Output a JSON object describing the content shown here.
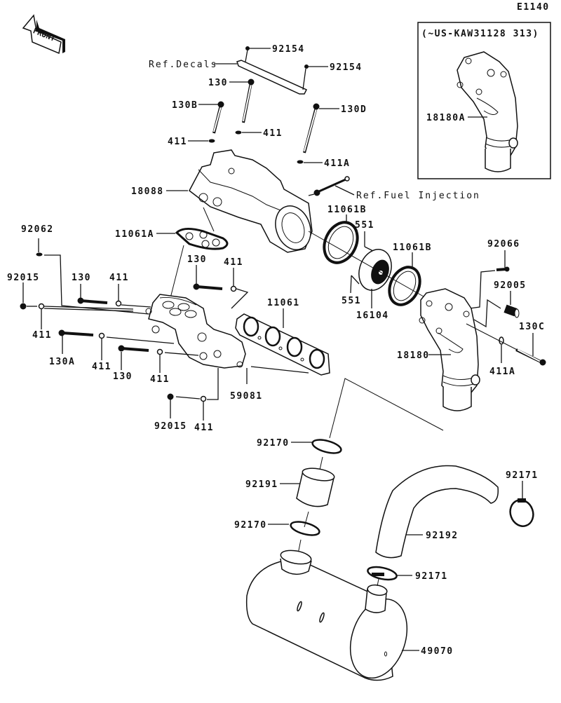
{
  "diagram": {
    "figure_id": "E1140",
    "direction_marker": "FRONT",
    "inset": {
      "title": "(~US-KAW31128 313)",
      "part": "18180A"
    },
    "callouts": {
      "c92154a": "92154",
      "c92154b": "92154",
      "refDecals": "Ref.Decals",
      "c130top": "130",
      "c130B": "130B",
      "c130D": "130D",
      "c411a": "411",
      "c411b": "411",
      "c411A_top": "411A",
      "c18088": "18088",
      "refFuel": "Ref.Fuel Injection",
      "c11061B_a": "11061B",
      "c551a": "551",
      "c11061B_b": "11061B",
      "c11061A": "11061A",
      "c92062": "92062",
      "c92066": "92066",
      "c130m": "130",
      "c411m": "411",
      "c92015a": "92015",
      "c130l": "130",
      "c411l": "411",
      "c11061": "11061",
      "c92005": "92005",
      "c551b": "551",
      "c16104": "16104",
      "c411x": "411",
      "c130C": "130C",
      "c130A": "130A",
      "c411y": "411",
      "c130b2": "130",
      "c411z": "411",
      "c18180": "18180",
      "c411A_r": "411A",
      "c59081": "59081",
      "c92015b": "92015",
      "c411w": "411",
      "c92170a": "92170",
      "c92171r": "92171",
      "c92191": "92191",
      "c92170b": "92170",
      "c92192": "92192",
      "c92171b": "92171",
      "c49070": "49070"
    }
  }
}
